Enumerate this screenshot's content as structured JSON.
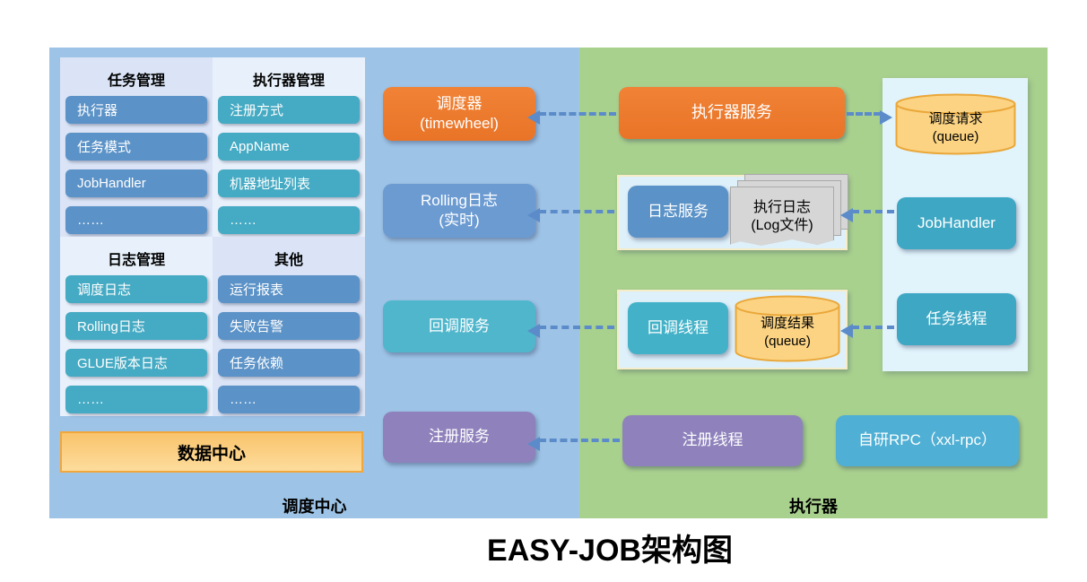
{
  "title": "EASY-JOB架构图",
  "regions": {
    "scheduler_center": {
      "label": "调度中心"
    },
    "executor": {
      "label": "执行器"
    }
  },
  "admin_panel": {
    "quadrants": [
      {
        "header": "任务管理",
        "items": [
          "执行器",
          "任务模式",
          "JobHandler",
          "……"
        ]
      },
      {
        "header": "执行器管理",
        "items": [
          "注册方式",
          "AppName",
          "机器地址列表",
          "……"
        ]
      },
      {
        "header": "日志管理",
        "items": [
          "调度日志",
          "Rolling日志",
          "GLUE版本日志",
          "……"
        ]
      },
      {
        "header": "其他",
        "items": [
          "运行报表",
          "失败告警",
          "任务依赖",
          "……"
        ]
      }
    ],
    "data_center": {
      "label": "数据中心"
    }
  },
  "scheduler_side": {
    "scheduler": {
      "line1": "调度器",
      "line2": "(timewheel)"
    },
    "rolling_log": {
      "line1": "Rolling日志",
      "line2": "(实时)"
    },
    "callback_service": {
      "label": "回调服务"
    },
    "registry_service": {
      "label": "注册服务"
    }
  },
  "executor_side": {
    "executor_service": {
      "label": "执行器服务"
    },
    "log_service": {
      "label": "日志服务"
    },
    "exec_log": {
      "line1": "执行日志",
      "line2": "(Log文件)"
    },
    "callback_thread": {
      "label": "回调线程"
    },
    "schedule_result": {
      "line1": "调度结果",
      "line2": "(queue)"
    },
    "registry_thread": {
      "label": "注册线程"
    },
    "rpc": {
      "label": "自研RPC（xxl-rpc）"
    },
    "schedule_request": {
      "line1": "调度请求",
      "line2": "(queue)"
    },
    "job_handler": {
      "label": "JobHandler"
    },
    "task_thread": {
      "label": "任务线程"
    }
  },
  "colors": {
    "scheduler_region_bg": "#9DC3E6",
    "executor_region_bg": "#A9D18E",
    "steel_blue_box": "#5B92C7",
    "teal_box": "#45AAC3",
    "orange_box": "#ED7D31",
    "purple_box": "#8F82BC",
    "rpc_cyan_box": "#4FAFD4",
    "cylinder_fill": "#FBD383",
    "cylinder_border": "#EAA739",
    "data_center_fill": "#FBCD7E",
    "data_center_border": "#F2A73B",
    "arrow": "#5B8CC9",
    "group_panel_fill": "#DEF0FA",
    "paper_fill": "#D6D6D6"
  }
}
